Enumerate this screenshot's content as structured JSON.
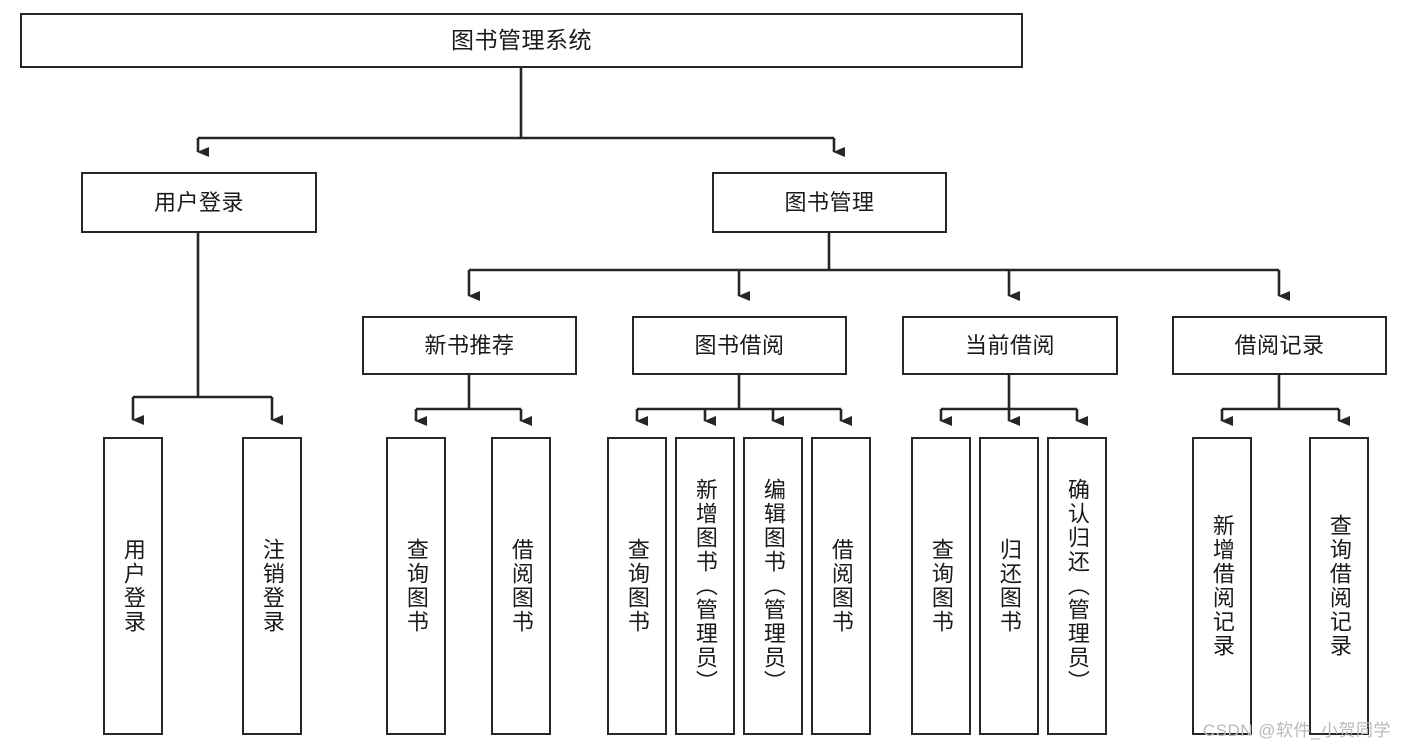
{
  "diagram": {
    "type": "tree-hierarchy-diagram",
    "title_text": "图书管理系统",
    "colors": {
      "background": "#ffffff",
      "box_border": "#262626",
      "box_fill": "#ffffff",
      "text": "#1a1a1a",
      "connector": "#262626",
      "watermark": "#b9b9b9"
    },
    "root": {
      "label": "图书管理系统"
    },
    "tier2": [
      {
        "label": "用户登录"
      },
      {
        "label": "图书管理"
      }
    ],
    "tier3": [
      {
        "label": "新书推荐"
      },
      {
        "label": "图书借阅"
      },
      {
        "label": "当前借阅"
      },
      {
        "label": "借阅记录"
      }
    ],
    "leaves": {
      "user_login": [
        {
          "label": "用户登录"
        },
        {
          "label": "注销登录"
        }
      ],
      "new_book_recommend": [
        {
          "label": "查询图书"
        },
        {
          "label": "借阅图书"
        }
      ],
      "book_borrow": [
        {
          "label": "查询图书"
        },
        {
          "label": "新增图书（管理员）"
        },
        {
          "label": "编辑图书（管理员）"
        },
        {
          "label": "借阅图书"
        }
      ],
      "current_borrow": [
        {
          "label": "查询图书"
        },
        {
          "label": "归还图书"
        },
        {
          "label": "确认归还（管理员）"
        }
      ],
      "borrow_record": [
        {
          "label": "新增借阅记录"
        },
        {
          "label": "查询借阅记录"
        }
      ]
    }
  },
  "watermark": {
    "text": "CSDN @软件_小贺同学"
  }
}
